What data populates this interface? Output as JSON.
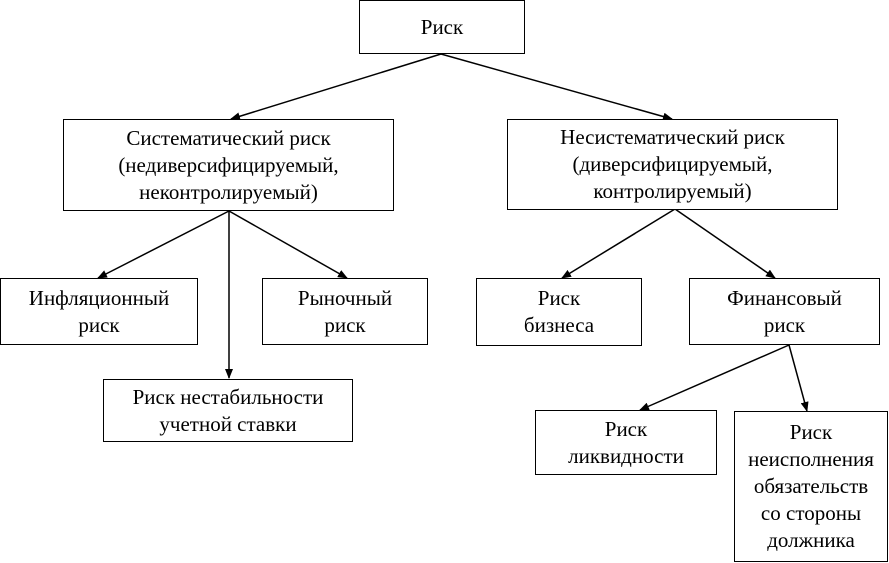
{
  "nodes": {
    "root": {
      "lines": [
        "Риск"
      ]
    },
    "systematic": {
      "lines": [
        "Систематический риск",
        "(недиверсифицируемый,",
        "неконтролируемый)"
      ]
    },
    "unsystematic": {
      "lines": [
        "Несистематический риск",
        "(диверсифицируемый,",
        "контролируемый)"
      ]
    },
    "inflation": {
      "lines": [
        "Инфляционный",
        "риск"
      ]
    },
    "market": {
      "lines": [
        "Рыночный",
        "риск"
      ]
    },
    "rate": {
      "lines": [
        "Риск нестабильности",
        "учетной ставки"
      ]
    },
    "business": {
      "lines": [
        "Риск",
        "бизнеса"
      ]
    },
    "financial": {
      "lines": [
        "Финансовый",
        "риск"
      ]
    },
    "liquidity": {
      "lines": [
        "Риск",
        "ликвидности"
      ]
    },
    "default": {
      "lines": [
        "Риск",
        "неисполнения",
        "обязательств",
        "со стороны",
        "должника"
      ]
    }
  },
  "edges": [
    [
      "root",
      "systematic"
    ],
    [
      "root",
      "unsystematic"
    ],
    [
      "systematic",
      "inflation"
    ],
    [
      "systematic",
      "rate"
    ],
    [
      "systematic",
      "market"
    ],
    [
      "unsystematic",
      "business"
    ],
    [
      "unsystematic",
      "financial"
    ],
    [
      "financial",
      "liquidity"
    ],
    [
      "financial",
      "default"
    ]
  ]
}
